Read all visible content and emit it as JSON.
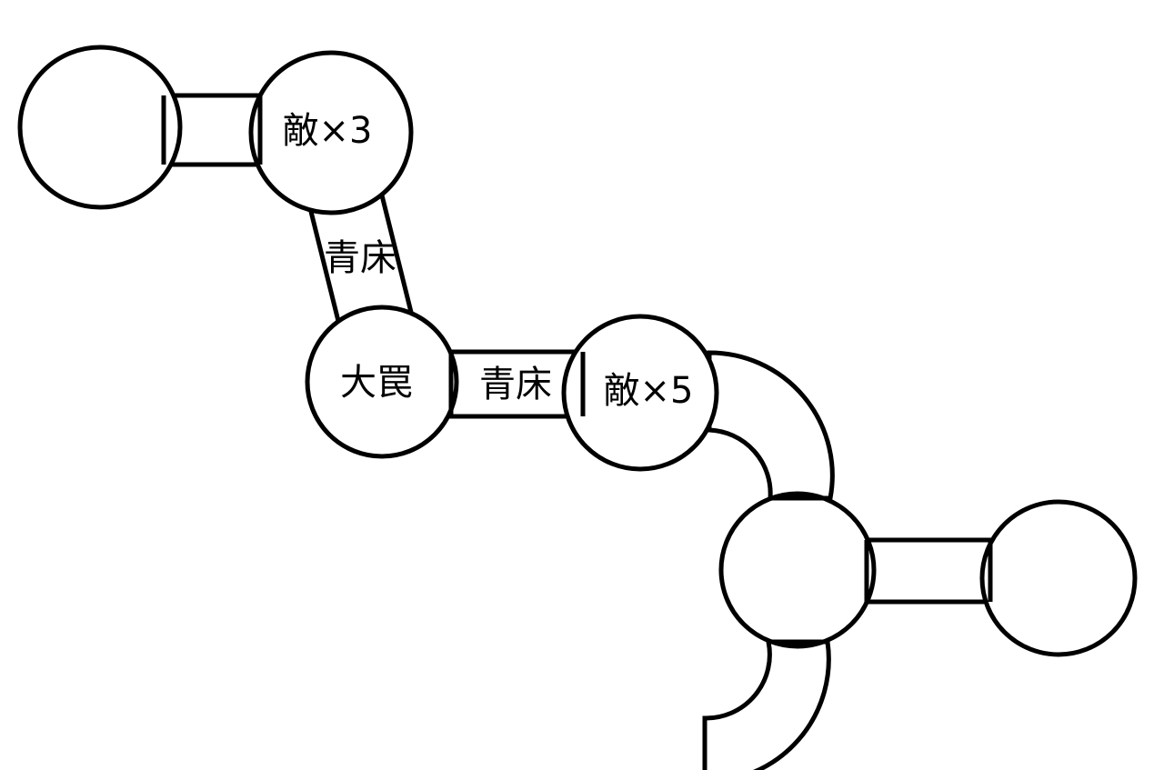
{
  "labels": {
    "room_enemy3": "敵×3",
    "room_trap": "大罠",
    "room_enemy5": "敵×5",
    "corridor_blue_1": "青床",
    "corridor_blue_2": "青床"
  },
  "colors": {
    "stroke": "#000000",
    "fill": "#ffffff"
  }
}
